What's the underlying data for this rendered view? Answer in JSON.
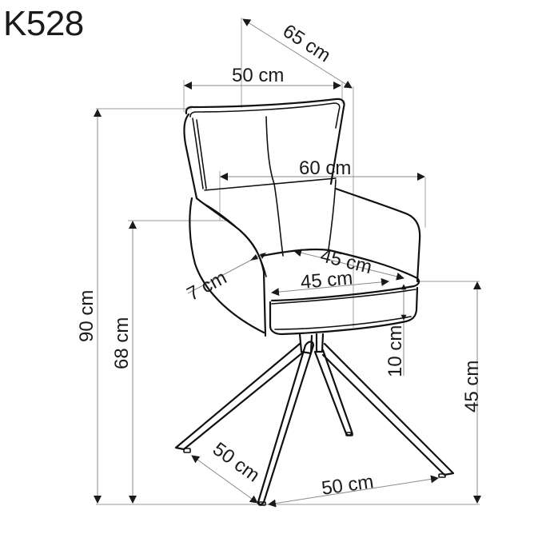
{
  "product": {
    "model": "K528"
  },
  "dimensions": {
    "depth_total": "65 cm",
    "backrest_width": "50 cm",
    "arm_width": "60 cm",
    "seat_depth": "45 cm",
    "seat_width": "45 cm",
    "arm_thickness": "7 cm",
    "total_height": "90 cm",
    "arm_height": "68 cm",
    "seat_thickness": "10 cm",
    "seat_height": "45 cm",
    "base_depth": "50 cm",
    "base_width": "50 cm"
  },
  "colors": {
    "line": "#111111",
    "dimension_line": "#8a8a8a",
    "background": "#ffffff"
  }
}
